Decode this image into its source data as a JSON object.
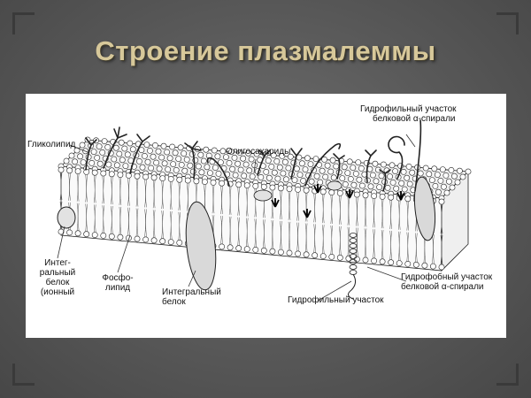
{
  "title": "Строение плазмалеммы",
  "labels": {
    "glycolipid": "Гликолипид",
    "oligosaccharides": "Олигосахариды",
    "hydrophilic_helix_line1": "Гидрофильный участок",
    "hydrophilic_helix_line2": "белковой α-спирали",
    "integral_ionic_line1": "Интег-",
    "integral_ionic_line2": "ральный",
    "integral_ionic_line3": "белок",
    "integral_ionic_line4": "(ионный",
    "phospholipid_line1": "Фосфо-",
    "phospholipid_line2": "липид",
    "integral_protein_line1": "Интегральный",
    "integral_protein_line2": "белок",
    "hydrophilic_region": "Гидрофильный участок",
    "hydrophobic_helix_line1": "Гидрофобный участок",
    "hydrophobic_helix_line2": "белковой α-спирали"
  },
  "colors": {
    "background": "#585858",
    "title": "#d7c89a",
    "panel": "#ffffff",
    "ink": "#111111"
  }
}
